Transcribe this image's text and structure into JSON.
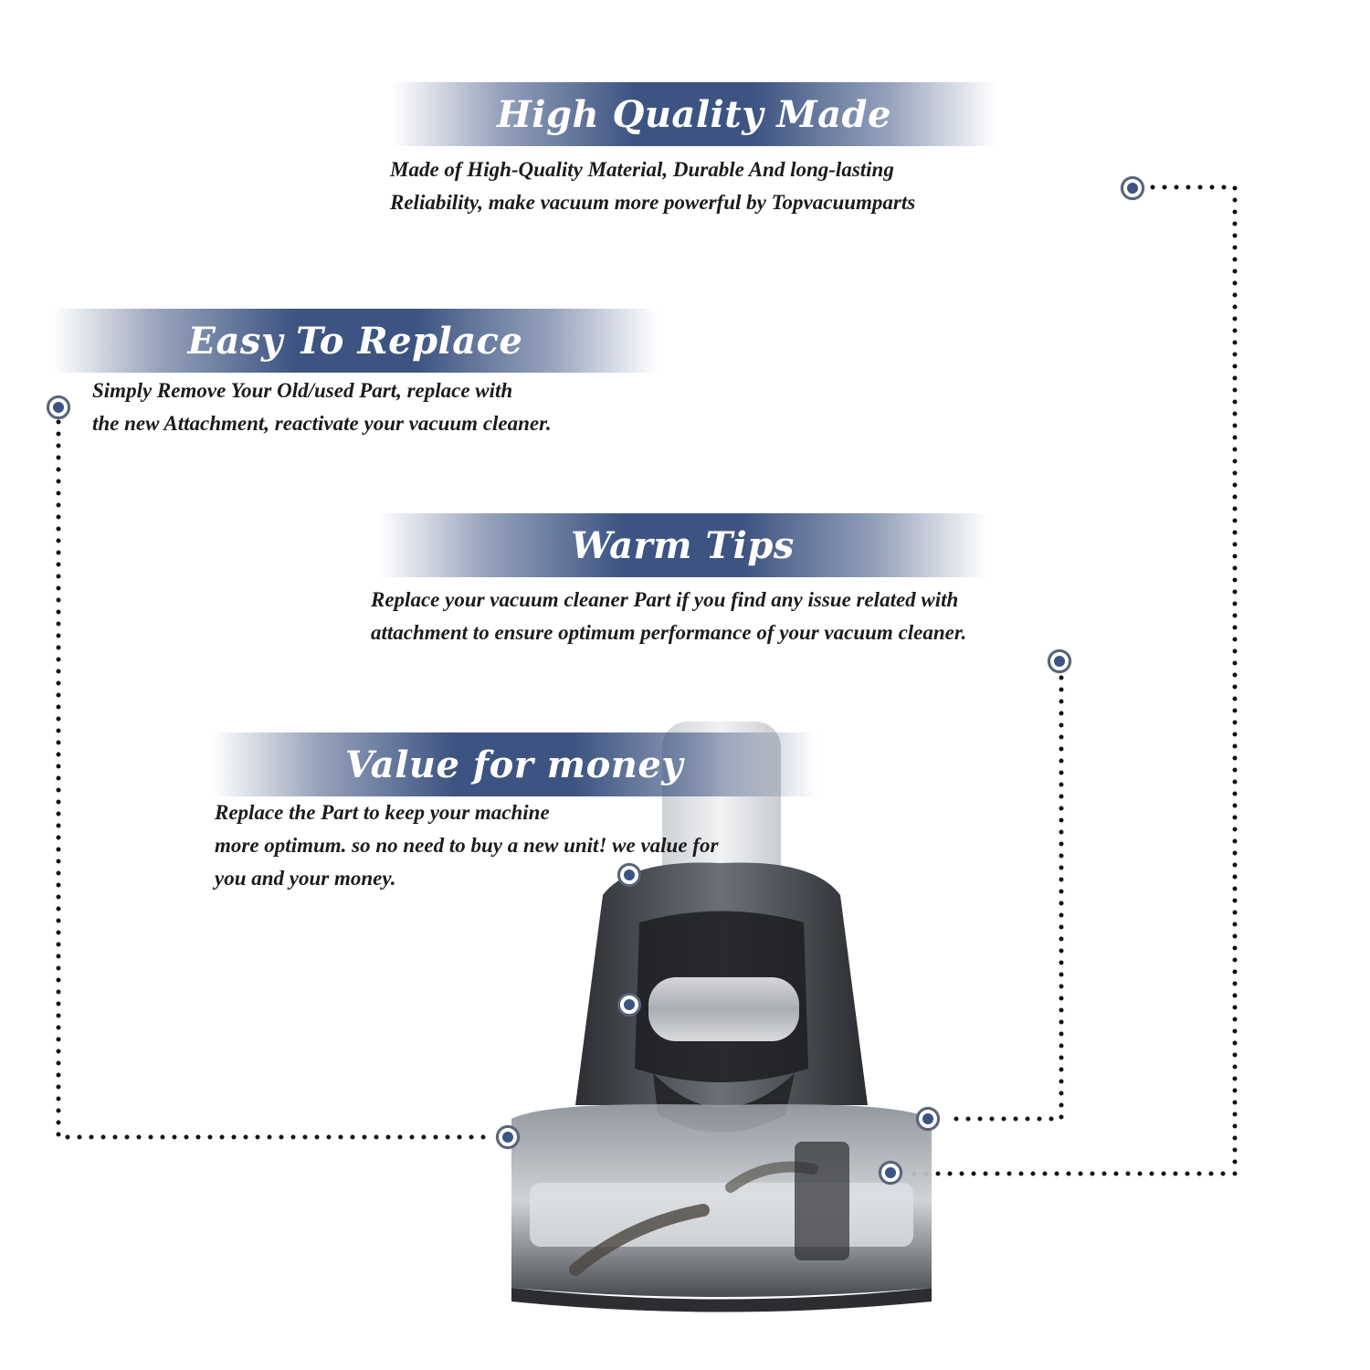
{
  "sections": [
    {
      "title": "High Quality Made",
      "lines": [
        "Made of  High-Quality Material, Durable And long-lasting",
        "Reliability, make vacuum more powerful by Topvacuumparts"
      ]
    },
    {
      "title": "Easy To Replace",
      "lines": [
        "Simply Remove Your Old/used Part, replace with",
        "the new Attachment, reactivate your vacuum cleaner."
      ]
    },
    {
      "title": "Warm Tips",
      "lines": [
        "Replace your vacuum cleaner Part if you find any issue related with",
        " attachment to ensure optimum performance of your vacuum cleaner."
      ]
    },
    {
      "title": "Value for money",
      "lines": [
        "Replace the Part to keep your machine",
        "more optimum. so no need to buy a new unit! we value for",
        "you and your money."
      ]
    }
  ],
  "colors": {
    "accent": "#3d5482",
    "text": "#1b1b1b",
    "dots": "#111111"
  },
  "image": {
    "subject": "turbo brush vacuum attachment",
    "icon": "dot-marker-icon"
  }
}
